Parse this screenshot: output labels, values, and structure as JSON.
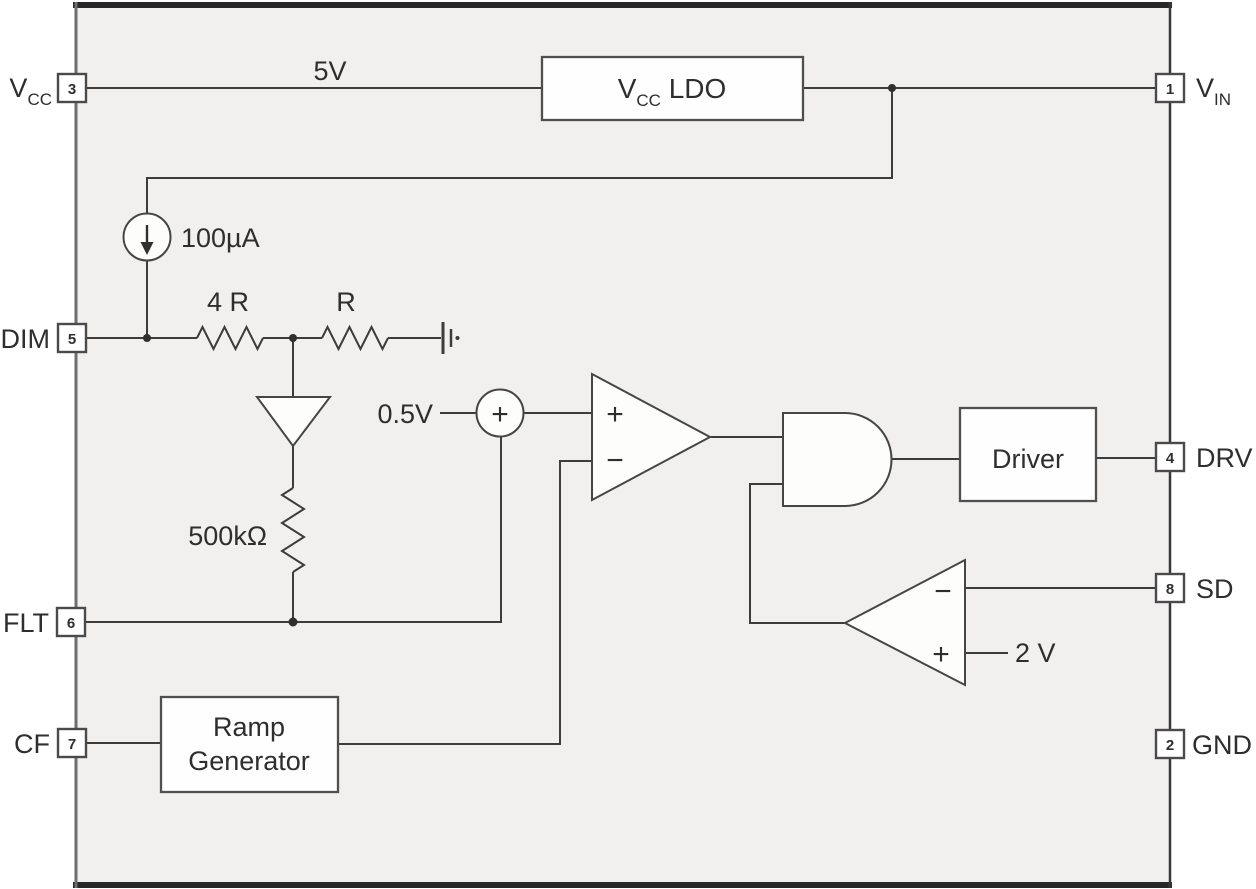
{
  "diagram": {
    "kind": "ic-functional-block-diagram",
    "colors": {
      "ic_fill": "#f1f0ef",
      "wire": "#3c3c3c",
      "border_dark": "#272727",
      "border_gray": "#6e6e6e"
    },
    "pins": {
      "left": [
        {
          "num": "3",
          "label": "V",
          "sub": "CC"
        },
        {
          "num": "5",
          "label": "DIM",
          "sub": ""
        },
        {
          "num": "6",
          "label": "FLT",
          "sub": ""
        },
        {
          "num": "7",
          "label": "CF",
          "sub": ""
        }
      ],
      "right": [
        {
          "num": "1",
          "label": "V",
          "sub": "IN"
        },
        {
          "num": "4",
          "label": "DRV",
          "sub": ""
        },
        {
          "num": "8",
          "label": "SD",
          "sub": ""
        },
        {
          "num": "2",
          "label": "GND",
          "sub": ""
        }
      ]
    },
    "blocks": {
      "ldo": {
        "pre": "V",
        "sub": "CC",
        "post": " LDO"
      },
      "driver": {
        "label": "Driver"
      },
      "ramp": {
        "line1": "Ramp",
        "line2": "Generator"
      }
    },
    "labels": {
      "rail_5v": "5V",
      "current_source": "100µA",
      "res_4r": "4 R",
      "res_r": "R",
      "res_500k": "500kΩ",
      "ref_0v5": "0.5V",
      "ref_2v": "2 V",
      "plus": "+",
      "minus": "−"
    }
  }
}
